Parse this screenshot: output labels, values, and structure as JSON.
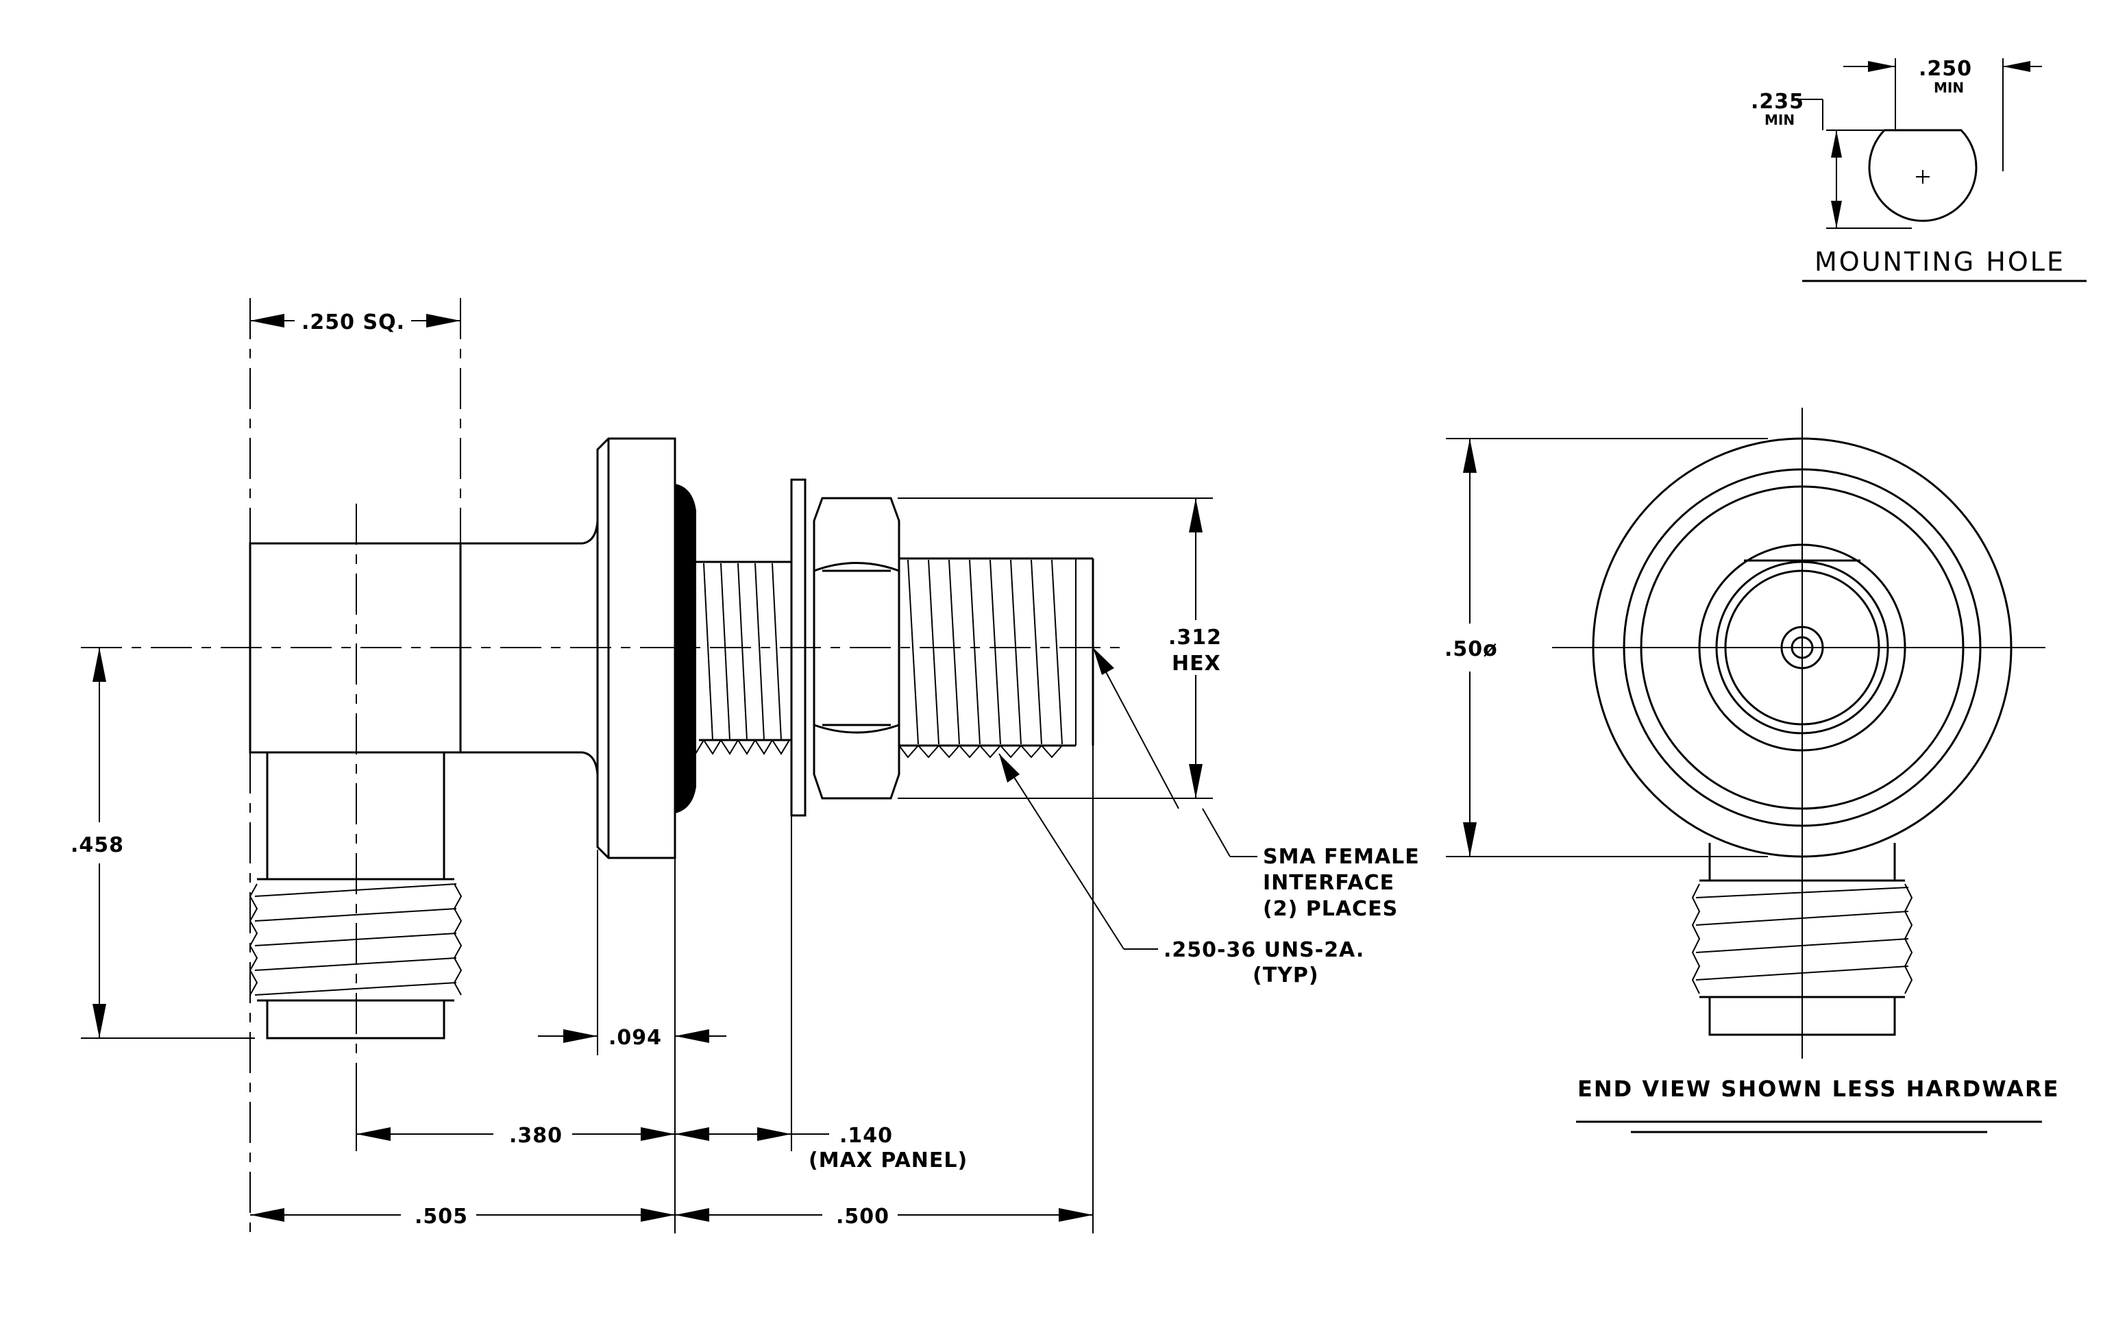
{
  "dimensions": {
    "body_square": ".250 SQ.",
    "height": ".458",
    "flange_thickness": ".094",
    "to_panel": ".380",
    "max_panel": ".140",
    "max_panel_note": "(MAX PANEL)",
    "overall_left": ".505",
    "overall_right": ".500",
    "hex_size": ".312",
    "hex_label": "HEX",
    "end_diameter": ".50ø"
  },
  "callouts": {
    "interface_line1": "SMA FEMALE",
    "interface_line2": "INTERFACE",
    "interface_line3": "(2)  PLACES",
    "thread_line1": ".250-36 UNS-2A.",
    "thread_line2": "(TYP)"
  },
  "mounting_hole": {
    "title": "MOUNTING HOLE",
    "width_value": ".250",
    "width_note": "MIN",
    "height_value": ".235",
    "height_note": "MIN"
  },
  "end_view": {
    "title": "END VIEW SHOWN LESS HARDWARE"
  }
}
